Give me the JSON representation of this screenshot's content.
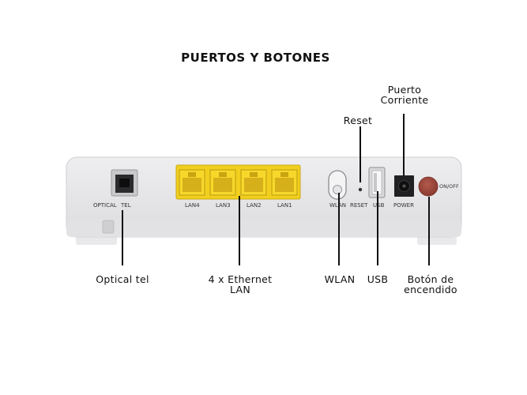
{
  "title": "PUERTOS Y BOTONES",
  "callouts": {
    "puerto_corriente": "Puerto\nCorriente",
    "reset": "Reset",
    "optical_tel": "Optical tel",
    "ethernet_lan": "4 x Ethernet\nLAN",
    "wlan": "WLAN",
    "usb": "USB",
    "boton_encendido": "Botón de\nencendido"
  },
  "panel_labels": {
    "optical": "OPTICAL",
    "tel": "TEL",
    "lan4": "LAN4",
    "lan3": "LAN3",
    "lan2": "LAN2",
    "lan1": "LAN1",
    "wlan": "WLAN",
    "reset": "RESET",
    "usb": "USB",
    "power": "POWER",
    "onoff": "ON/OFF"
  },
  "colors": {
    "lan_port_yellow": "#f2cf1f",
    "power_button": "#9a4236",
    "device_body": "#e4e4e6"
  }
}
